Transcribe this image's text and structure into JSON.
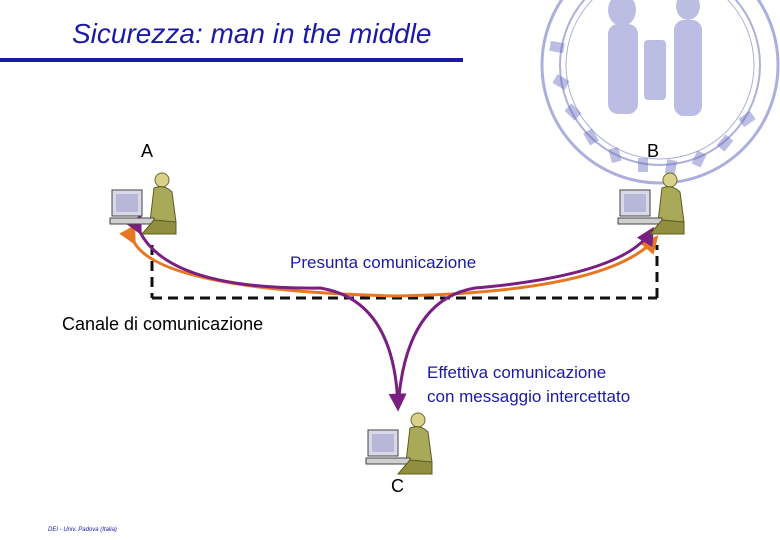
{
  "slide": {
    "title": "Sicurezza: man in the middle",
    "nodes": {
      "a": "A",
      "b": "B",
      "c": "C"
    },
    "labels": {
      "presumed": "Presunta comunicazione",
      "channel": "Canale di comunicazione",
      "actual_line1": "Effettiva comunicazione",
      "actual_line2": "con messaggio intercettato"
    },
    "footer": "DEI - Univ. Padova (Italia)"
  },
  "colors": {
    "title": "#1a1aa6",
    "presumed_arrow": "#e87722",
    "actual_arrow": "#7a1f82",
    "channel": "#111111",
    "seal": "#6a6fc0",
    "computer_user": "#8a8a3a"
  },
  "icons": [
    "seal-logo-icon",
    "computer-user-icon"
  ]
}
